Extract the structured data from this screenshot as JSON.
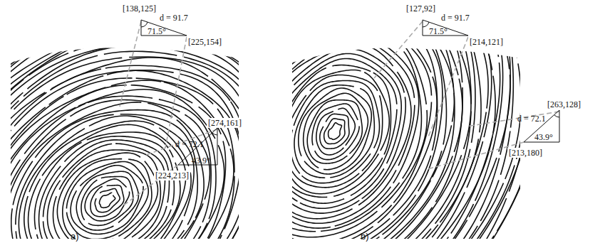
{
  "diagram": {
    "labels": [
      "[138,125]",
      "d = 91.7",
      "71.5°",
      "[225,154]",
      "[274,161]",
      "d = 72.1",
      "43.9°",
      "[224,213]",
      "a)",
      "[127,92]",
      "d = 91.7",
      "71.5°",
      "[214,121]",
      "[263,128]",
      "d = 72.1",
      "43.9°",
      "[213,180]",
      "b)"
    ]
  }
}
